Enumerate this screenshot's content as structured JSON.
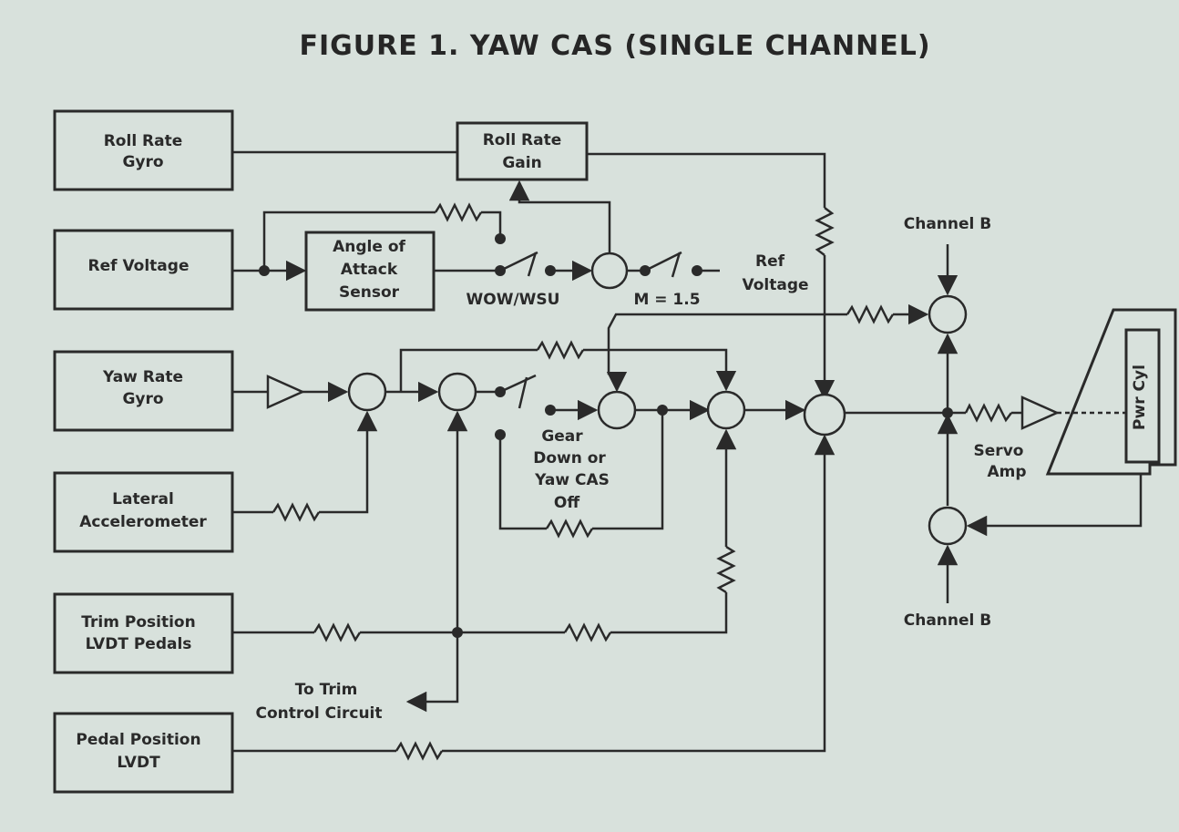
{
  "title": "FIGURE 1.  YAW CAS (SINGLE CHANNEL)",
  "blocks": {
    "roll_rate_gyro": [
      "Roll Rate",
      "Gyro"
    ],
    "ref_voltage": "Ref Voltage",
    "yaw_rate_gyro": [
      "Yaw Rate",
      "Gyro"
    ],
    "lateral_accelerometer": [
      "Lateral",
      "Accelerometer"
    ],
    "trim_position_lvdt": [
      "Trim Position",
      "LVDT Pedals"
    ],
    "pedal_position_lvdt": [
      "Pedal Position",
      "LVDT"
    ],
    "roll_rate_gain": [
      "Roll Rate",
      "Gain"
    ],
    "angle_of_attack_sensor": [
      "Angle of",
      "Attack",
      "Sensor"
    ],
    "pwr_cyl": "Pwr Cyl"
  },
  "labels": {
    "wow_wsu": "WOW/WSU",
    "mach": "M = 1.5",
    "ref_voltage_right": [
      "Ref",
      "Voltage"
    ],
    "channel_b_top": "Channel B",
    "channel_b_bottom": "Channel B",
    "servo_amp": [
      "Servo",
      "Amp"
    ],
    "gear_down": [
      "Gear",
      "Down or",
      "Yaw CAS",
      "Off"
    ],
    "to_trim": [
      "To Trim",
      "Control Circuit"
    ]
  }
}
